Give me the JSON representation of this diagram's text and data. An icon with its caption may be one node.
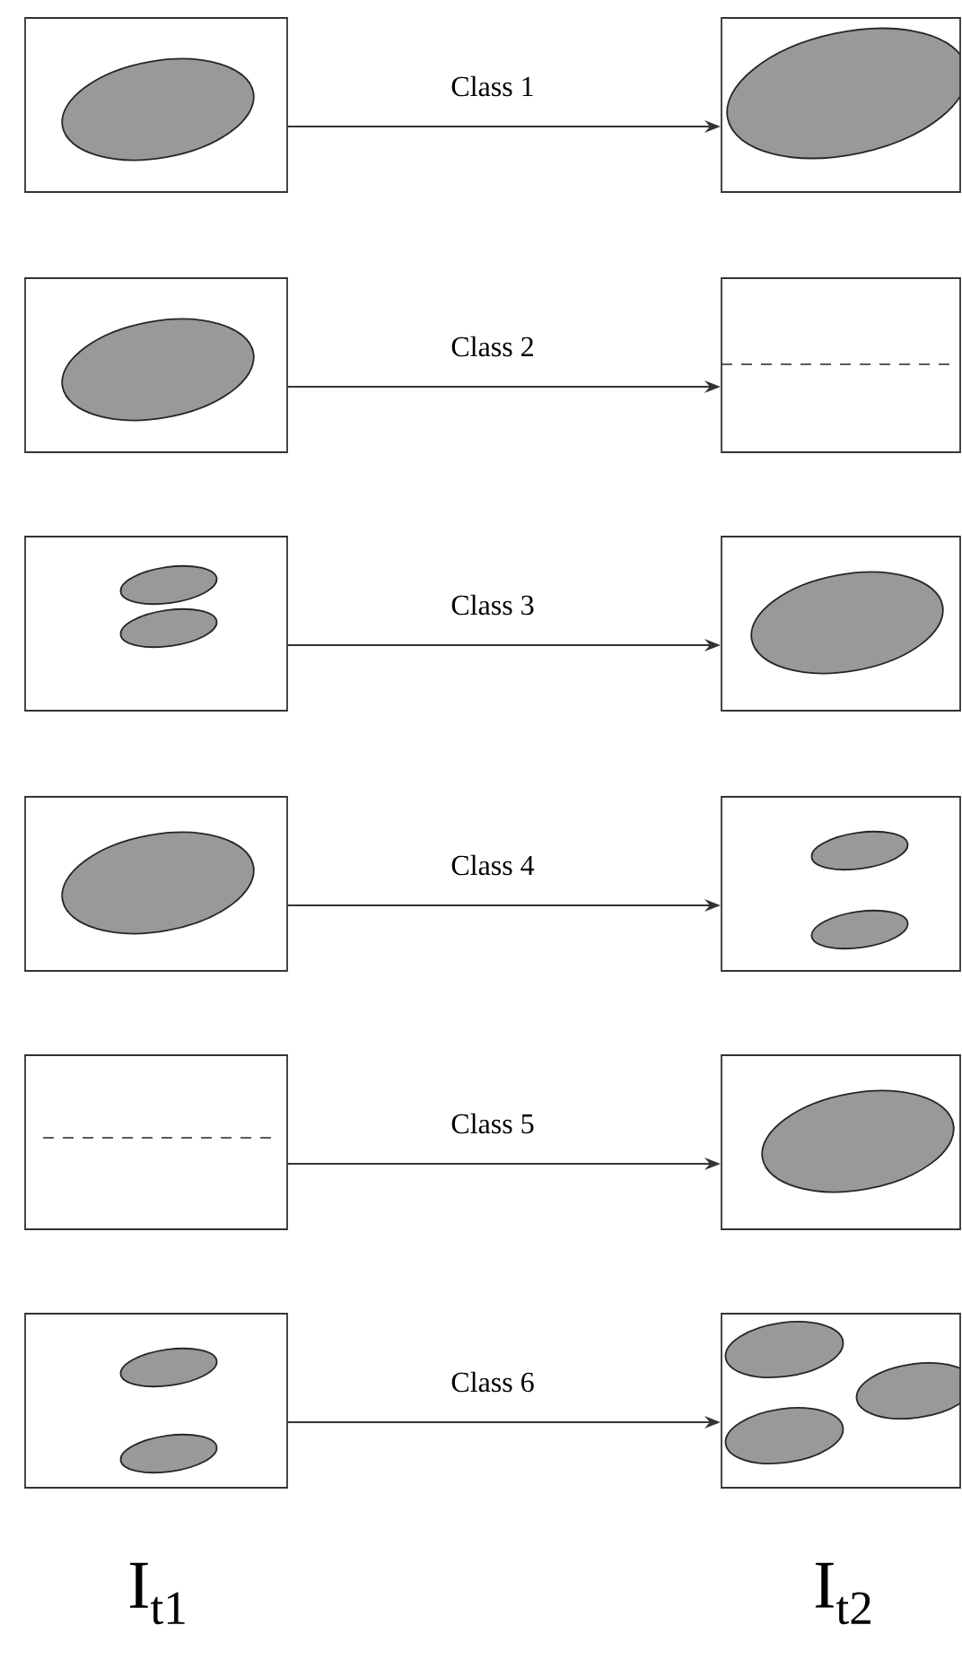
{
  "diagram": {
    "nodes": [
      {
        "text": [],
        "shape": "box"
      },
      {
        "text": [],
        "shape": "box"
      },
      {
        "text": [],
        "shape": "box"
      },
      {
        "text": [],
        "shape": "box"
      },
      {
        "text": [],
        "shape": "box"
      },
      {
        "text": [],
        "shape": "box"
      },
      {
        "text": [],
        "shape": "box"
      },
      {
        "text": [],
        "shape": "box"
      },
      {
        "text": [],
        "shape": "box"
      },
      {
        "text": [],
        "shape": "box"
      },
      {
        "text": [],
        "shape": "box"
      },
      {
        "text": [],
        "shape": "box"
      }
    ],
    "edges": [
      {
        "from": 0,
        "to": 1,
        "arrow": "to",
        "label": "Class  1"
      },
      {
        "from": 2,
        "to": 3,
        "arrow": "to",
        "label": "Class  2"
      },
      {
        "from": 4,
        "to": 5,
        "arrow": "to",
        "label": "Class  3"
      },
      {
        "from": 6,
        "to": 7,
        "arrow": "to",
        "label": "Class  4"
      },
      {
        "from": 8,
        "to": 9,
        "arrow": "to",
        "label": "Class  5"
      },
      {
        "from": 10,
        "to": 11,
        "arrow": "to",
        "label": "Class  6"
      }
    ],
    "labels": [
      "I$_{t1}$",
      "I$_{t2}$"
    ]
  }
}
